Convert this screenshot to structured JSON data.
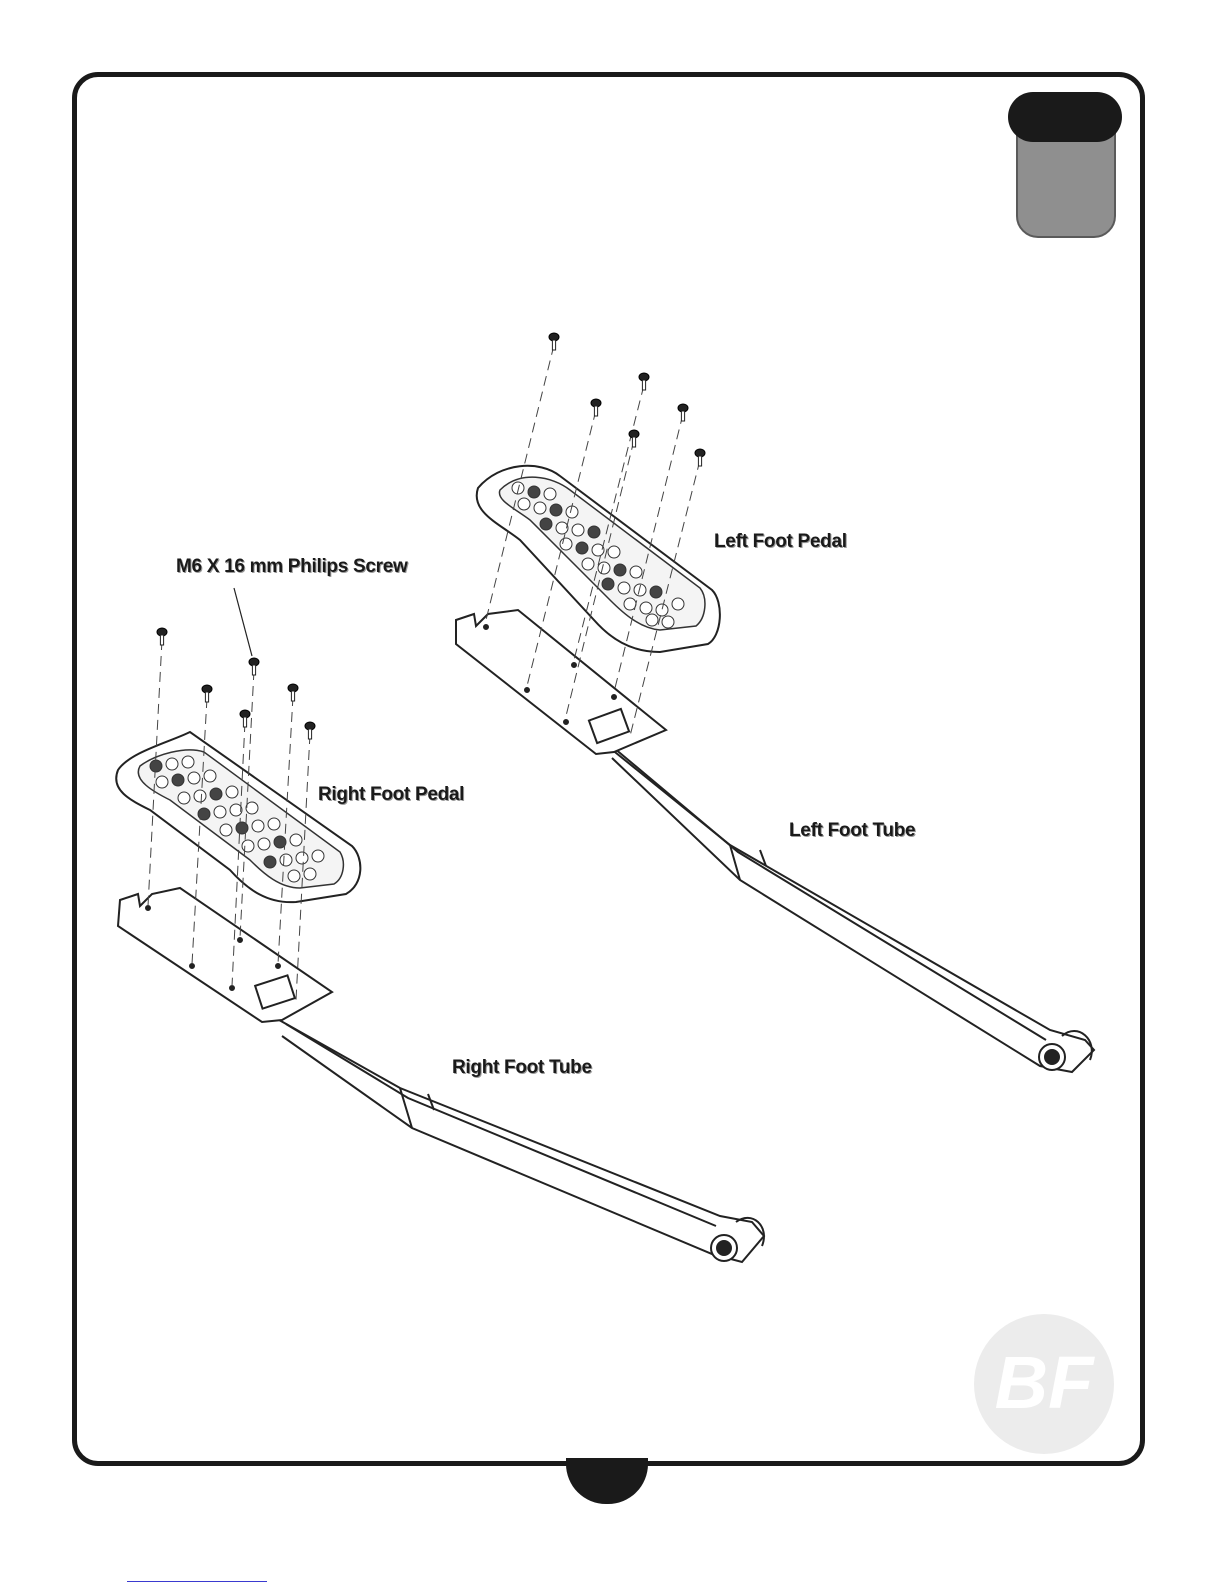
{
  "labels": {
    "screw": "M6 X 16 mm Philips Screw",
    "left_pedal": "Left Foot Pedal",
    "right_pedal": "Right Foot Pedal",
    "left_tube": "Left Foot Tube",
    "right_tube": "Right Foot Tube"
  },
  "logo": {
    "text": "BF"
  },
  "colors": {
    "frame": "#1a1a1a",
    "tab_grey": "#8f8f8f",
    "logo": "#e6e6e6"
  }
}
